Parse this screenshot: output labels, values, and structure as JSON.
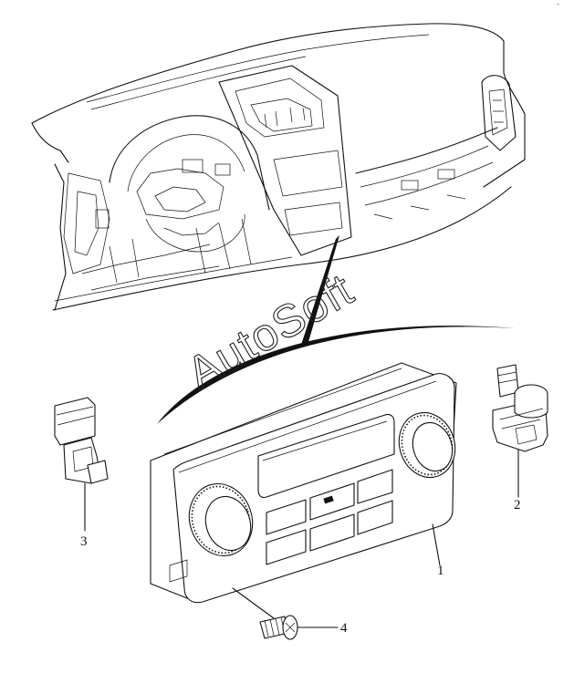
{
  "diagram": {
    "watermark": "AutoSoft",
    "callouts": {
      "part1": "1",
      "part2": "2",
      "part3": "3",
      "part4": "4"
    },
    "corner_mark": "″"
  }
}
